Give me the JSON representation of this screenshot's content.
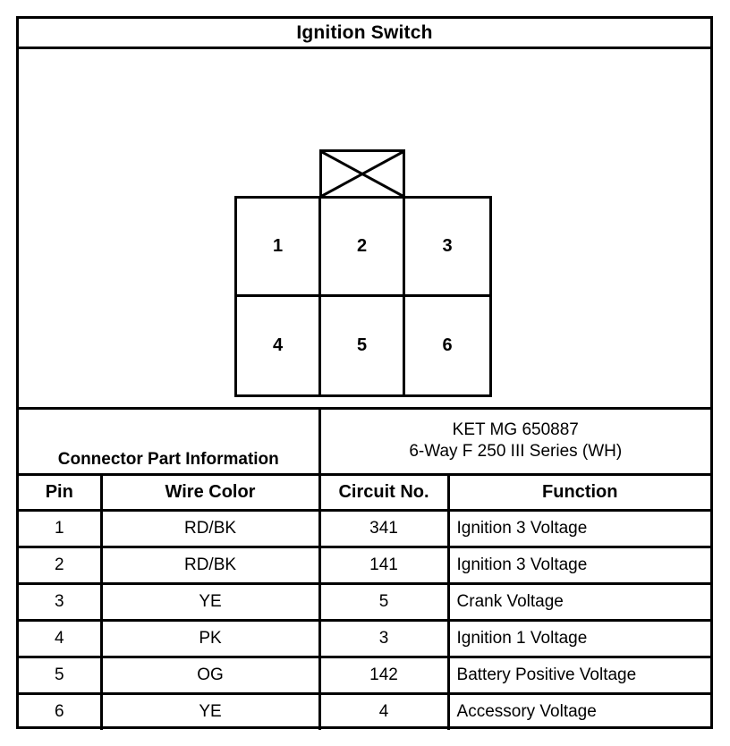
{
  "title": "Ignition Switch",
  "connector_diagram": {
    "name": "connector-face-view",
    "tab": {
      "name": "keying-tab",
      "marking": "x-cross"
    },
    "rows": [
      [
        "1",
        "2",
        "3"
      ],
      [
        "4",
        "5",
        "6"
      ]
    ]
  },
  "connector_part_information": {
    "label": "Connector Part Information",
    "part_number": "KET MG 650887",
    "description": "6-Way F 250 III Series (WH)"
  },
  "pin_table": {
    "headers": [
      "Pin",
      "Wire Color",
      "Circuit No.",
      "Function"
    ],
    "rows": [
      {
        "pin": "1",
        "wire_color": "RD/BK",
        "circuit_no": "341",
        "function": "Ignition 3 Voltage"
      },
      {
        "pin": "2",
        "wire_color": "RD/BK",
        "circuit_no": "141",
        "function": "Ignition 3 Voltage"
      },
      {
        "pin": "3",
        "wire_color": "YE",
        "circuit_no": "5",
        "function": "Crank Voltage"
      },
      {
        "pin": "4",
        "wire_color": "PK",
        "circuit_no": "3",
        "function": "Ignition 1 Voltage"
      },
      {
        "pin": "5",
        "wire_color": "OG",
        "circuit_no": "142",
        "function": "Battery Positive Voltage"
      },
      {
        "pin": "6",
        "wire_color": "YE",
        "circuit_no": "4",
        "function": "Accessory Voltage"
      }
    ]
  },
  "colors": {
    "ink": "#000000",
    "paper": "#ffffff"
  }
}
